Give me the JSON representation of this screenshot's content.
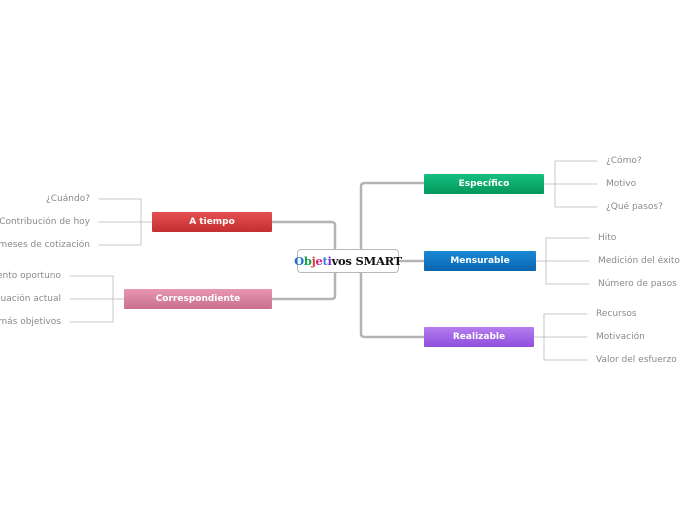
{
  "central": {
    "title_letters": [
      {
        "ch": "O",
        "color": "#1f6fd1"
      },
      {
        "ch": "b",
        "color": "#1aa34a"
      },
      {
        "ch": "j",
        "color": "#e23b3b"
      },
      {
        "ch": "e",
        "color": "#d61f7a"
      },
      {
        "ch": "t",
        "color": "#3c7de0"
      },
      {
        "ch": "i",
        "color": "#7a35c9"
      },
      {
        "ch": "v",
        "color": "#111111"
      },
      {
        "ch": "o",
        "color": "#111111"
      },
      {
        "ch": "s",
        "color": "#111111"
      }
    ],
    "title_rest": "SMART"
  },
  "branches": {
    "especifico": {
      "label": "Específico",
      "color_top": "#17c07f",
      "color_bottom": "#02975a",
      "leaves": [
        "¿Cómo?",
        "Motivo",
        "¿Qué pasos?"
      ]
    },
    "mensurable": {
      "label": "Mensurable",
      "color_top": "#1a8ad8",
      "color_bottom": "#0a64ad",
      "leaves": [
        "Hito",
        "Medición del éxito",
        "Número de pasos"
      ]
    },
    "realizable": {
      "label": "Realizable",
      "color_top": "#b57ef0",
      "color_bottom": "#8e4fdc",
      "leaves": [
        "Recursos",
        "Motivación",
        "Valor del esfuerzo"
      ]
    },
    "a_tiempo": {
      "label": "A tiempo",
      "color_top": "#e65050",
      "color_bottom": "#c32f2f",
      "leaves": [
        "¿Cuándo?",
        "Contribución de hoy",
        "meses de cotización"
      ]
    },
    "correspondiente": {
      "label": "Correspondiente",
      "color_top": "#e896b2",
      "color_bottom": "#c9708f",
      "leaves": [
        "ento oportuno",
        "uación actual",
        "más objetivos"
      ]
    }
  },
  "colors": {
    "connector": "#b4b4b4",
    "leaf_line": "#b9b9b9",
    "leaf_text": "#8a8a8a"
  }
}
